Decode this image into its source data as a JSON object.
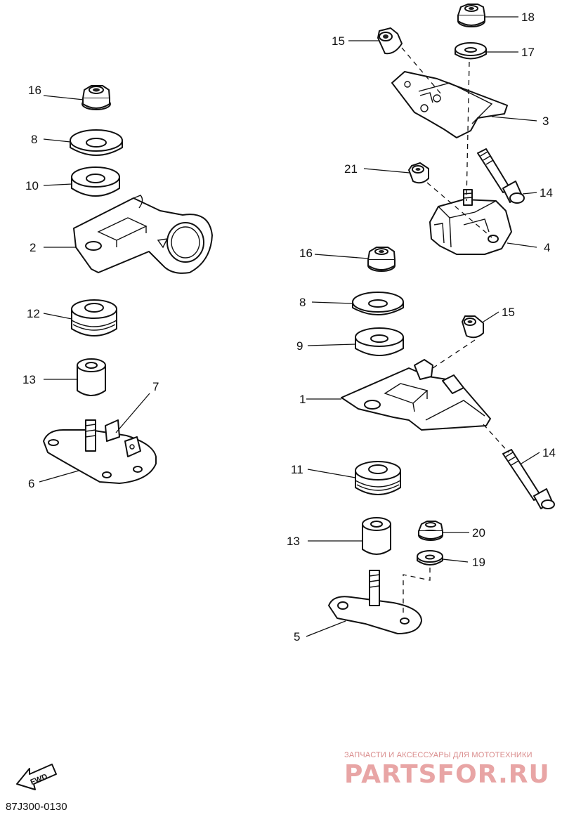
{
  "diagram": {
    "part_numbers": [
      "1",
      "2",
      "3",
      "4",
      "5",
      "6",
      "7",
      "8",
      "8",
      "9",
      "10",
      "11",
      "12",
      "13",
      "13",
      "14",
      "14",
      "15",
      "15",
      "16",
      "16",
      "17",
      "18",
      "19",
      "20",
      "21"
    ],
    "fwd_label": "FWD",
    "drawing_code": "87J300-0130",
    "watermark_tagline": "ЗАПЧАСТИ И АКСЕССУАРЫ ДЛЯ МОТОТЕХНИКИ",
    "watermark_brand": "PARTSFOR.RU",
    "colors": {
      "line": "#111111",
      "watermark": "#e8a5a5",
      "watermark_tagline": "#d98b8b"
    }
  },
  "labels": {
    "l16a": "16",
    "l8a": "8",
    "l10": "10",
    "l2": "2",
    "l12": "12",
    "l13a": "13",
    "l7": "7",
    "l6": "6",
    "l15a": "15",
    "l18": "18",
    "l17": "17",
    "l3": "3",
    "l21": "21",
    "l14a": "14",
    "l4": "4",
    "l16b": "16",
    "l8b": "8",
    "l15b": "15",
    "l9": "9",
    "l1": "1",
    "l14b": "14",
    "l11": "11",
    "l13b": "13",
    "l20": "20",
    "l19": "19",
    "l5": "5"
  }
}
